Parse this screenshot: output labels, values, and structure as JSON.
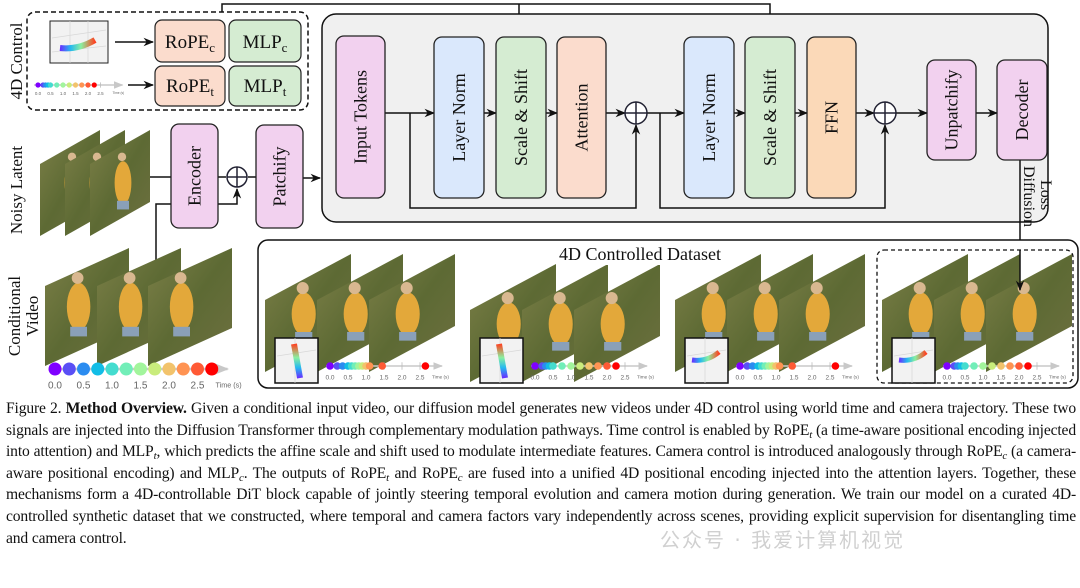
{
  "figure": {
    "control": {
      "label": "4D Control",
      "rope_c": {
        "base": "RoPE",
        "sub": "c"
      },
      "mlp_c": {
        "base": "MLP",
        "sub": "c"
      },
      "rope_t": {
        "base": "RoPE",
        "sub": "t"
      },
      "mlp_t": {
        "base": "MLP",
        "sub": "t"
      }
    },
    "dit_blocks": {
      "input_tokens": "Input Tokens",
      "layer_norm_1": "Layer Norm",
      "scale_shift_1": "Scale & Shift",
      "attention": "Attention",
      "layer_norm_2": "Layer Norm",
      "scale_shift_2": "Scale & Shift",
      "ffn": "FFN"
    },
    "unpatchify": "Unpatchify",
    "decoder": "Decoder",
    "diffusion_loss": [
      "Diffusion",
      "Loss"
    ],
    "noisy_latent_label": "Noisy Latent",
    "encoder": "Encoder",
    "patchify": "Patchify",
    "conditional_video_label": [
      "Conditional",
      "Video"
    ],
    "dataset_title": "4D Controlled Dataset",
    "timeline": {
      "tick_labels": [
        "0.0",
        "0.5",
        "1.0",
        "1.5",
        "2.0",
        "2.5"
      ],
      "axis_label": "Time (s)",
      "colors": [
        "#7f00ff",
        "#5a4ff5",
        "#2b8cf0",
        "#12bde6",
        "#44dccf",
        "#72eeb8",
        "#a2f59c",
        "#c9ec7c",
        "#f2c36c",
        "#ff9352",
        "#ff5a35",
        "#ff0000"
      ],
      "conditional_times": [
        0,
        0.25,
        0.5,
        0.75,
        1.0,
        1.25,
        1.5,
        1.75,
        2.0,
        2.25,
        2.5,
        2.75
      ],
      "dataset_times": [
        [
          0,
          0.2,
          0.35,
          0.5,
          0.6,
          0.7,
          0.8,
          0.9,
          1.0,
          1.1,
          1.45,
          2.65
        ],
        [
          0,
          0.2,
          0.3,
          0.4,
          0.5,
          0.75,
          1.0,
          1.25,
          1.5,
          1.75,
          2.0,
          2.25
        ],
        [
          0,
          0.2,
          0.35,
          0.5,
          0.6,
          0.7,
          0.8,
          0.9,
          1.0,
          1.1,
          1.45,
          2.65
        ],
        [
          0,
          0.2,
          0.3,
          0.4,
          0.5,
          0.75,
          1.0,
          1.25,
          1.5,
          1.75,
          2.0,
          2.25
        ]
      ]
    },
    "colors": {
      "pink": "#f2d1ef",
      "blue": "#dae8fc",
      "green": "#d5ecd2",
      "peach": "#fbdccd",
      "orange": "#fbd9b8",
      "dit_bg": "#f0f0f0"
    }
  },
  "caption": {
    "label": "Figure 2.",
    "title": "Method Overview.",
    "seg0": " Given a conditional input video, our diffusion model generates new videos under 4D control using world time and camera trajectory. These two signals are injected into the Diffusion Transformer through complementary modulation pathways. Time control is enabled by ",
    "m1": {
      "base": "RoPE",
      "sub": "t"
    },
    "seg2": " (a time-aware positional encoding injected into attention) and ",
    "m3": {
      "base": "MLP",
      "sub": "t"
    },
    "seg4": ", which predicts the affine scale and shift used to modulate intermediate features. Camera control is introduced analogously through ",
    "m5": {
      "base": "RoPE",
      "sub": "c"
    },
    "seg6": " (a camera-aware positional encoding) and ",
    "m7": {
      "base": "MLP",
      "sub": "c"
    },
    "seg8": ". The outputs of ",
    "m9": {
      "base": "RoPE",
      "sub": "t"
    },
    "seg10": " and ",
    "m11": {
      "base": "RoPE",
      "sub": "c"
    },
    "seg12": " are fused into a unified 4D positional encoding injected into the attention layers. Together, these mechanisms form a 4D-controllable DiT block capable of jointly steering temporal evolution and camera motion during generation. We train our model on a curated 4D-controlled synthetic dataset that we constructed, where temporal and camera factors vary independently across scenes, providing explicit supervision for disentangling time and camera control."
  },
  "watermark": "公众号 · 我爱计算机视觉"
}
